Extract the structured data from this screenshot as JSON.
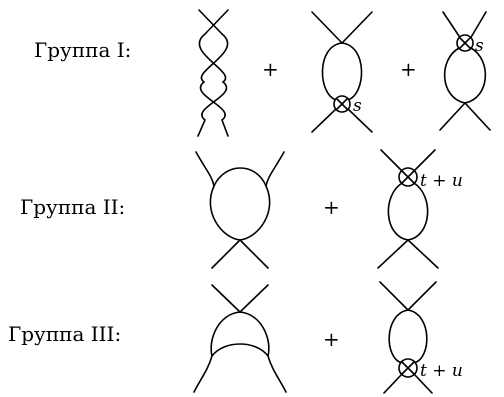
{
  "groups": [
    {
      "label": "Группа I:",
      "plus_signs": [
        "+",
        "+"
      ],
      "vertex_labels": [
        "s",
        "s"
      ]
    },
    {
      "label": "Группа II:",
      "plus_signs": [
        "+"
      ],
      "vertex_labels": [
        "t + u"
      ]
    },
    {
      "label": "Группа III:",
      "plus_signs": [
        "+"
      ],
      "vertex_labels": [
        "t + u"
      ]
    }
  ],
  "vertex_icon": "circled-cross-vertex"
}
